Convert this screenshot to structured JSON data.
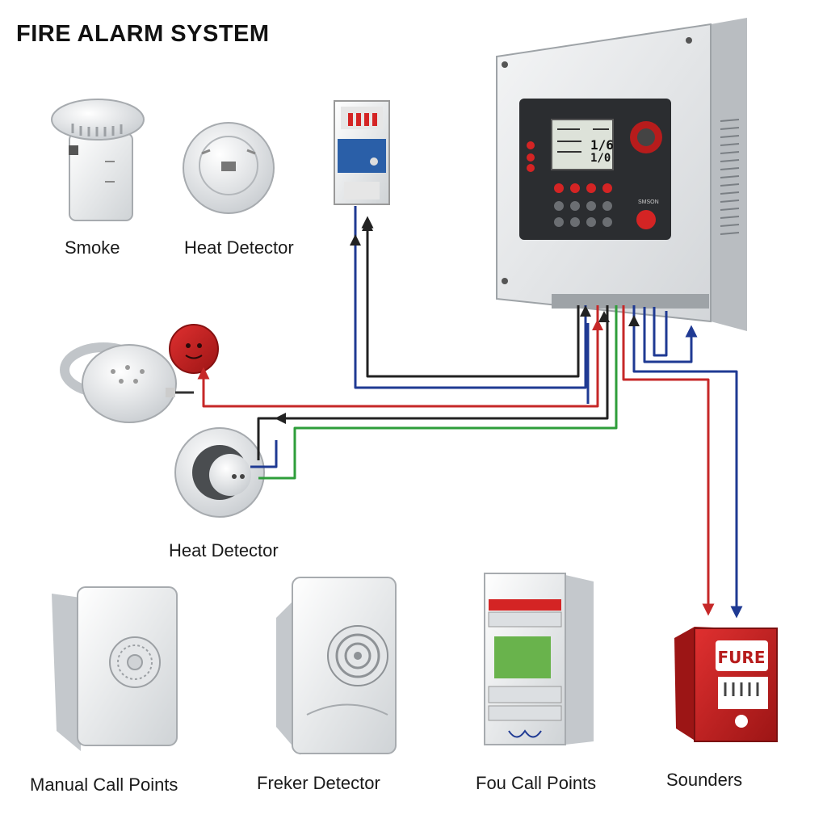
{
  "title": "FIRE ALARM SYSTEM",
  "labels": {
    "smoke": "Smoke",
    "heat_detector_top": "Heat Detector",
    "heat_detector_mid": "Heat Detector",
    "manual_call_points": "Manual Call Points",
    "freker_detector": "Freker Detector",
    "fou_call_points": "Fou Call Points",
    "sounders": "Sounders"
  },
  "panel": {
    "lcd_line1": "1/6",
    "lcd_line2": "1/0",
    "side_label": "SMSON"
  },
  "sounder_text": "FURE",
  "wire_colors": {
    "red": "#c62828",
    "blue": "#1f3a93",
    "black": "#222222",
    "green": "#2e9e3a"
  }
}
